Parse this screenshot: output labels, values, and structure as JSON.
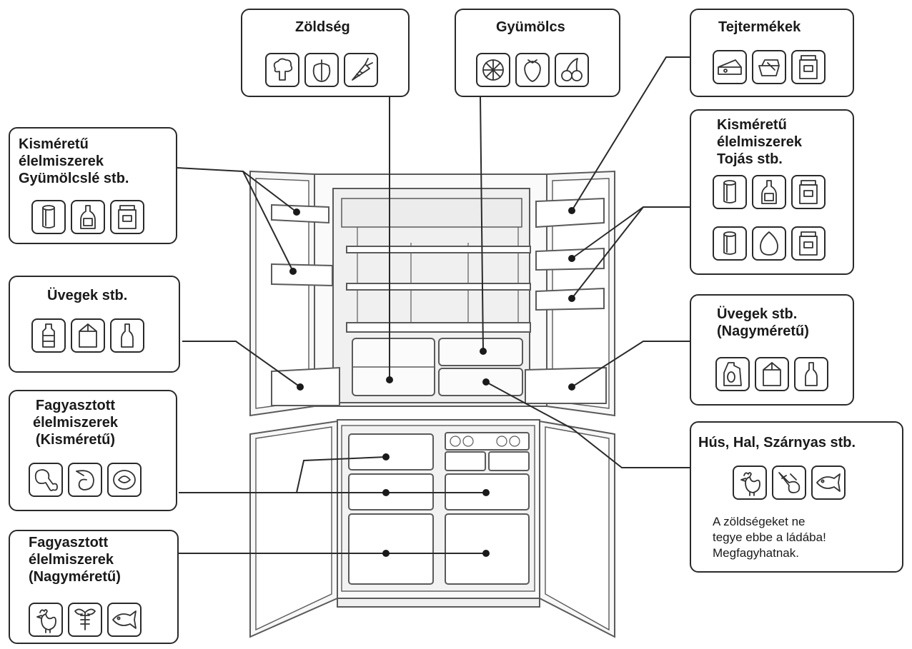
{
  "labels": {
    "vegetables": "Zöldség",
    "fruits": "Gyümölcs",
    "dairy": "Tejtermékek",
    "small_foods_juice": "Kisméretű\nélelmiszerek\nGyümölcslé stb.",
    "small_foods_eggs": "Kisméretű\nélelmiszerek\nTojás stb.",
    "bottles_left": "Üvegek stb.",
    "bottles_right": "Üvegek stb.\n(Nagyméretű)",
    "frozen_small": "Fagyasztott\nélelmiszerek\n(Kisméretű)",
    "frozen_large": "Fagyasztott\nélelmiszerek\n(Nagyméretű)",
    "meat_fish_poultry": "Hús, Hal, Szárnyas stb.",
    "meat_note": "A zöldségeket ne\ntegye ebbe a ládába!\nMegfagyhatnak."
  },
  "icons": {
    "vegetables": [
      "broccoli-icon",
      "pepper-icon",
      "carrot-icon"
    ],
    "fruits": [
      "orange-slice-icon",
      "strawberry-icon",
      "cherry-icon"
    ],
    "dairy": [
      "cheese-icon",
      "butter-icon",
      "jar-icon"
    ],
    "small_foods_juice": [
      "can-icon",
      "bottle-icon",
      "jar-icon"
    ],
    "small_foods_eggs_row1": [
      "can-icon",
      "bottle-icon",
      "jar-icon"
    ],
    "small_foods_eggs_row2": [
      "can-icon",
      "egg-icon",
      "jar-icon"
    ],
    "bottles_left": [
      "plastic-bottle-icon",
      "milk-carton-icon",
      "wine-bottle-icon"
    ],
    "bottles_right": [
      "jug-icon",
      "milk-carton-icon",
      "wine-bottle-icon"
    ],
    "frozen_small": [
      "chicken-leg-icon",
      "shrimp-icon",
      "fish-slice-icon"
    ],
    "frozen_large": [
      "chicken-icon",
      "lobster-icon",
      "fish-icon"
    ],
    "meat_fish_poultry": [
      "chicken-icon",
      "meat-icon",
      "fish-icon"
    ]
  },
  "colors": {
    "line": "#2a2a2a",
    "fridge_stroke": "#5a5a5a",
    "fridge_fill": "#f4f4f4"
  }
}
